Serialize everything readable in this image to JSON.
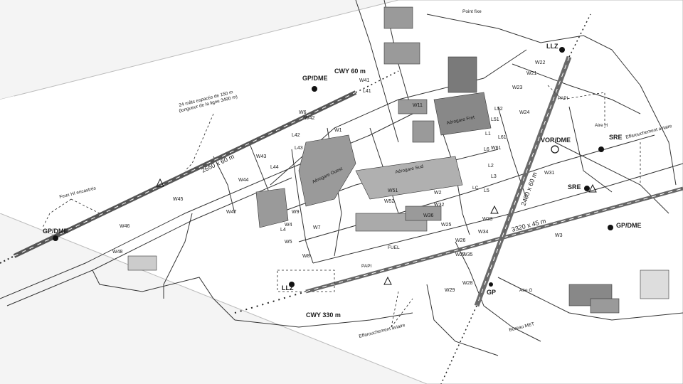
{
  "map": {
    "runway_labels": {
      "north": "2400 x 60 m",
      "south": "3320 x 45 m",
      "west": "2650 x 60 m"
    },
    "nav_aids": {
      "gp_dme_nw": "GP/DME",
      "gp_dme_w": "GP/DME",
      "gp_dme_e": "GP/DME",
      "cwy_nw": "CWY 60 m",
      "cwy_s": "CWY 330 m",
      "llz_ne": "LLZ",
      "llz_s": "LLZ",
      "vor_dme": "VOR/DME",
      "sre_e": "SRE",
      "sre_c": "SRE",
      "gp_s": "GP"
    },
    "annotations": {
      "masts": "24 mâts espacés de 150 m",
      "masts_sub": "(longueur de la ligne 3490 m)",
      "feux_hi": "Feux HI encastrés",
      "effarouchement_e": "Effarouchement aviaire",
      "effarouchement_s": "Effarouchement aviaire",
      "bureau_met": "Bureau MET",
      "aire_h": "Aire H",
      "aire_g": "Aire G",
      "papi_n": "PAPI",
      "papi_s": "PAPI",
      "fuel": "FUEL",
      "lc": "LC"
    },
    "buildings": {
      "aerogare_ouest": "Aérogare Ouest",
      "aerogare_sud": "Aérogare Sud",
      "aerogare_fret": "Aérogare Fret",
      "point_fixe": "Point fixe"
    },
    "taxiways": [
      "W1",
      "W2",
      "W3",
      "W4",
      "W5",
      "W6",
      "W7",
      "W8",
      "W9",
      "W11",
      "W21",
      "W22",
      "W23",
      "W24",
      "W25",
      "W26",
      "W27",
      "W28",
      "W29",
      "W31",
      "W32",
      "W33",
      "W34",
      "W35",
      "W36",
      "W41",
      "W42",
      "W43",
      "W44",
      "W45",
      "W46",
      "W47",
      "W48",
      "W51",
      "W52",
      "W61",
      "L1",
      "L2",
      "L3",
      "L4",
      "L5",
      "L6",
      "L41",
      "L42",
      "L43",
      "L44",
      "L51",
      "L52",
      "L61"
    ],
    "colors": {
      "ink": "#1a1a1a",
      "runway": "#7a7a7a",
      "building": "#9a9a9a",
      "paper": "#ffffff",
      "outside": "#eeeeee"
    }
  }
}
